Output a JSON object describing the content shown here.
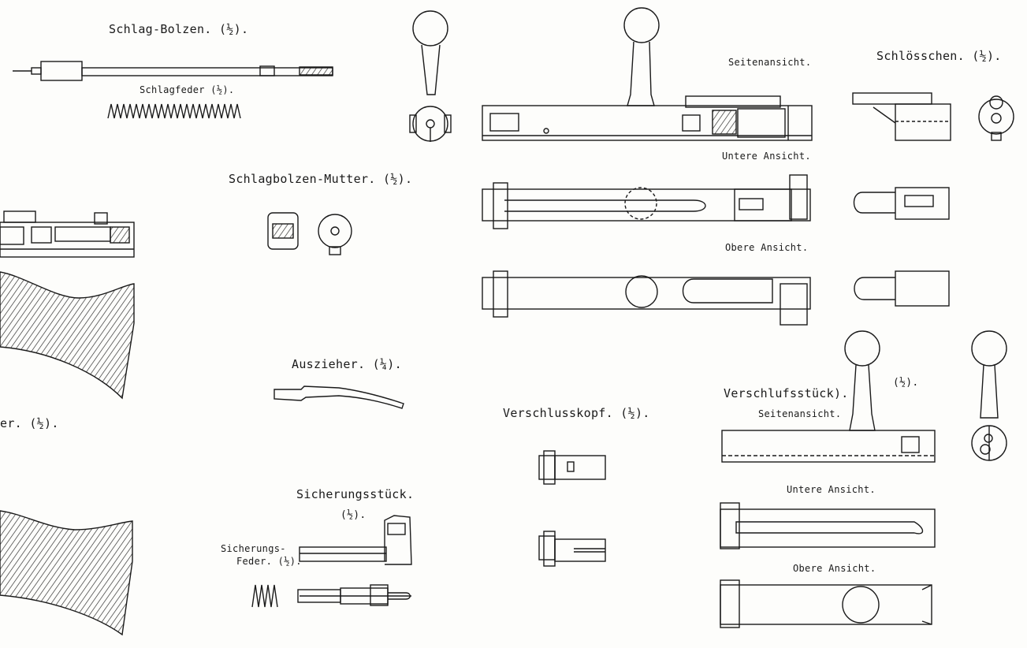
{
  "labels": {
    "schlag_bolzen": "Schlag-Bolzen. (½).",
    "schlagfeder": "Schlagfeder (½).",
    "schlagbolzen_mutter": "Schlagbolzen-Mutter. (½).",
    "auszieher": "Auszieher. (¼).",
    "partial_left": "er. (½).",
    "sicherungsstueck": "Sicherungsstück.",
    "sicherungsstueck_scale": "(½).",
    "sicherungsfeder_line1": "Sicherungs-",
    "sicherungsfeder_line2": "Feder. (½).",
    "verschlusskopf": "Verschlusskopf. (½).",
    "seitenansicht_top": "Seitenansicht.",
    "untere_ansicht_top": "Untere Ansicht.",
    "obere_ansicht_top": "Obere Ansicht.",
    "schloesschen": "Schlösschen. (½).",
    "verschlussstueck": "Verschlufsstück).",
    "verschlussstueck_scale": "(½).",
    "seitenansicht_bottom": "Seitenansicht.",
    "untere_ansicht_bottom": "Untere Ansicht.",
    "obere_ansicht_bottom": "Obere Ansicht."
  },
  "colors": {
    "ink": "#1a1a1a",
    "paper": "#fdfdfb"
  }
}
